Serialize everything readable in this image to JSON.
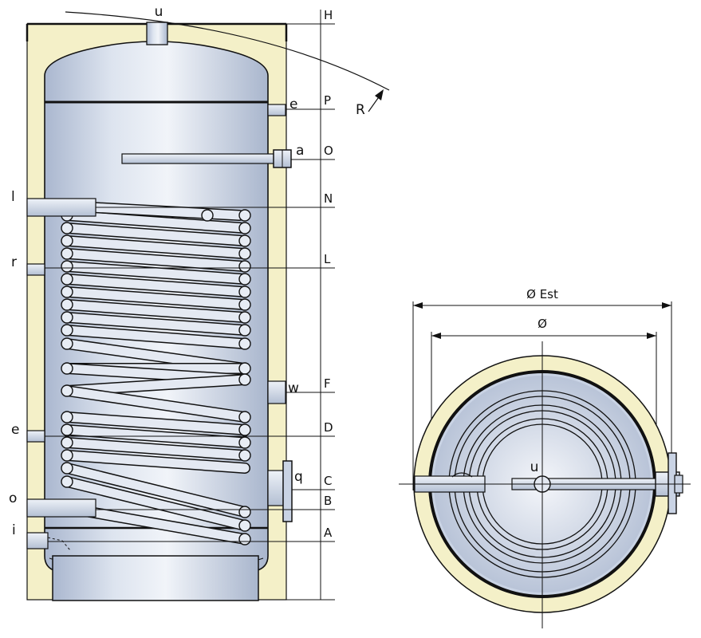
{
  "side_view": {
    "top_label": "u",
    "right_ports": [
      {
        "port": "e",
        "level": "P"
      },
      {
        "port": "a",
        "level": "O"
      },
      {
        "port": "w",
        "level": "F"
      },
      {
        "port": "q",
        "level": "C"
      }
    ],
    "left_ports": [
      {
        "port": "l",
        "level": "N"
      },
      {
        "port": "r",
        "level": "L"
      },
      {
        "port": "e",
        "level": "D"
      },
      {
        "port": "o",
        "level": "B"
      },
      {
        "port": "i",
        "level": "A"
      }
    ],
    "height_marks": [
      "H",
      "P",
      "O",
      "N",
      "L",
      "F",
      "D",
      "C",
      "B",
      "A"
    ],
    "radius_label": "R"
  },
  "top_view": {
    "outer_diameter_label": "Ø Est",
    "inner_diameter_label": "Ø",
    "center_label": "u"
  },
  "colors": {
    "insulation": "#f4f0c8",
    "tank": "#c9d3e4",
    "tank_light": "#eef2f8",
    "outline": "#111111"
  }
}
